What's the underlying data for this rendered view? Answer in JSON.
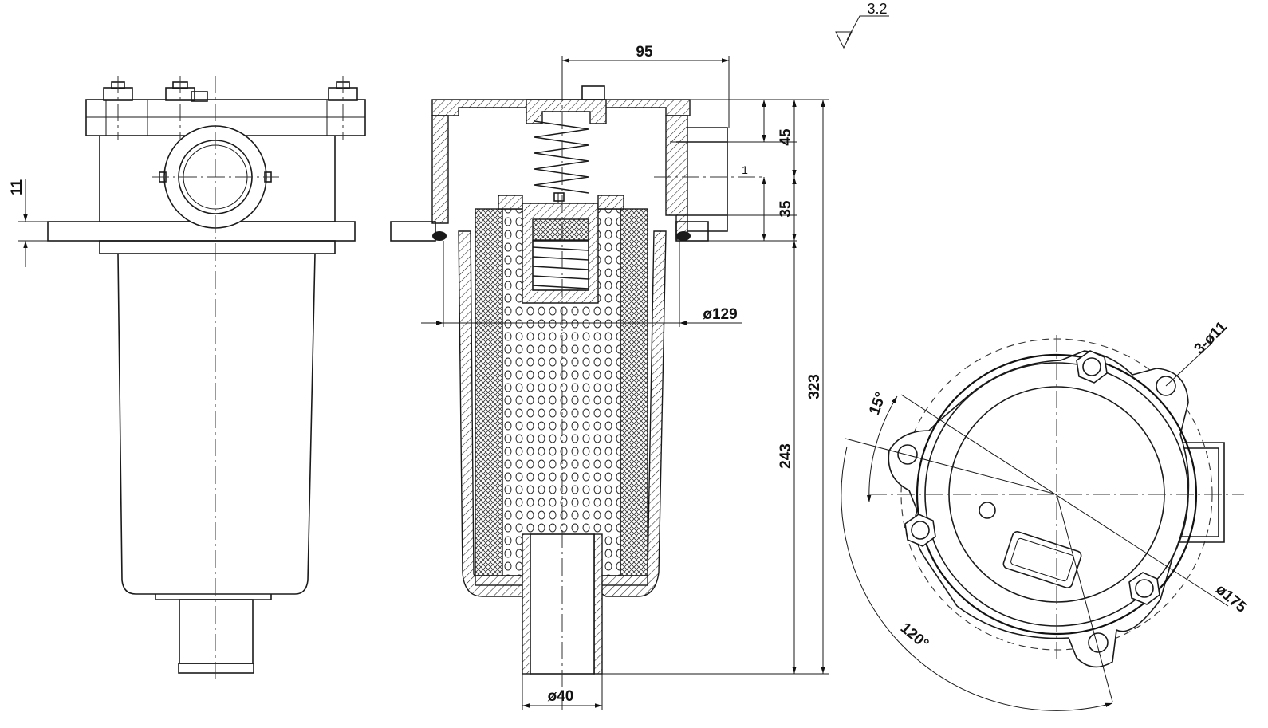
{
  "drawing": {
    "surface_finish": "3.2",
    "dimensions": {
      "width_95": "95",
      "height_45": "45",
      "height_35": "35",
      "label_1": "1",
      "flange_11": "11",
      "dia_129": "ø129",
      "dia_40": "ø40",
      "length_243": "243",
      "length_323": "323",
      "holes_3x11": "3-ø11",
      "angle_15": "15°",
      "angle_120": "120°",
      "dia_175": "ø175"
    }
  }
}
